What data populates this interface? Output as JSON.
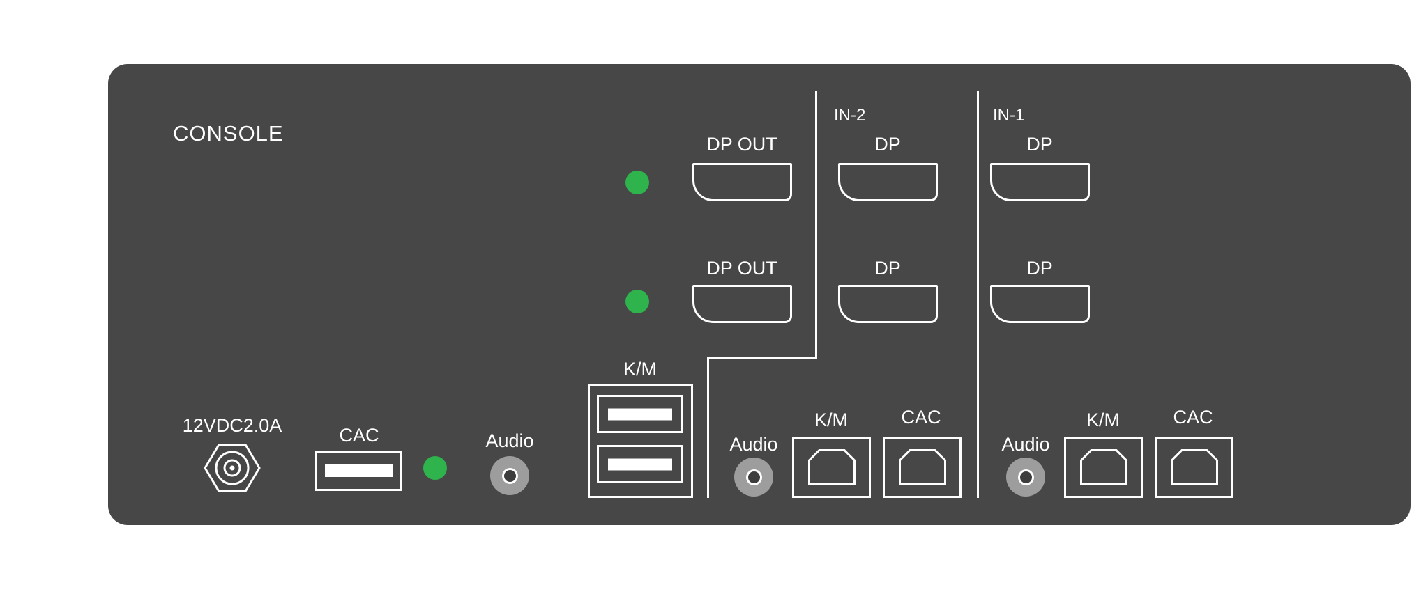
{
  "panel": {
    "console_label": "CONSOLE"
  },
  "console": {
    "dp_out_labels": [
      "DP OUT",
      "DP OUT"
    ],
    "km_label": "K/M",
    "cac_label": "CAC",
    "audio_label": "Audio",
    "power_label": "12VDC2.0A"
  },
  "in2": {
    "header": "IN-2",
    "dp_labels": [
      "DP",
      "DP"
    ],
    "audio_label": "Audio",
    "km_label": "K/M",
    "cac_label": "CAC"
  },
  "in1": {
    "header": "IN-1",
    "dp_labels": [
      "DP",
      "DP"
    ],
    "audio_label": "Audio",
    "km_label": "K/M",
    "cac_label": "CAC"
  },
  "colors": {
    "panel_bg": "#474747",
    "outline": "#ffffff",
    "led_green": "#2eb34d",
    "audio_jack_outer": "#9d9d9d",
    "audio_jack_inner": "#3d3d3d"
  }
}
